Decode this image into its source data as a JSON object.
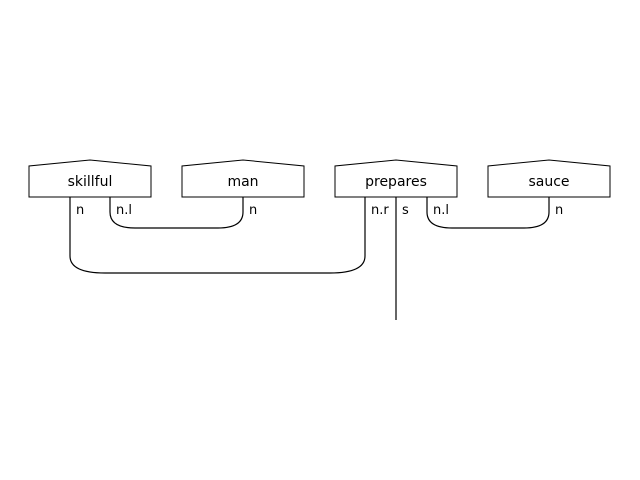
{
  "diagram": {
    "words": [
      {
        "label": "skillful",
        "types": [
          "n",
          "n.l"
        ]
      },
      {
        "label": "man",
        "types": [
          "n"
        ]
      },
      {
        "label": "prepares",
        "types": [
          "n.r",
          "s",
          "n.l"
        ]
      },
      {
        "label": "sauce",
        "types": [
          "n"
        ]
      }
    ]
  }
}
